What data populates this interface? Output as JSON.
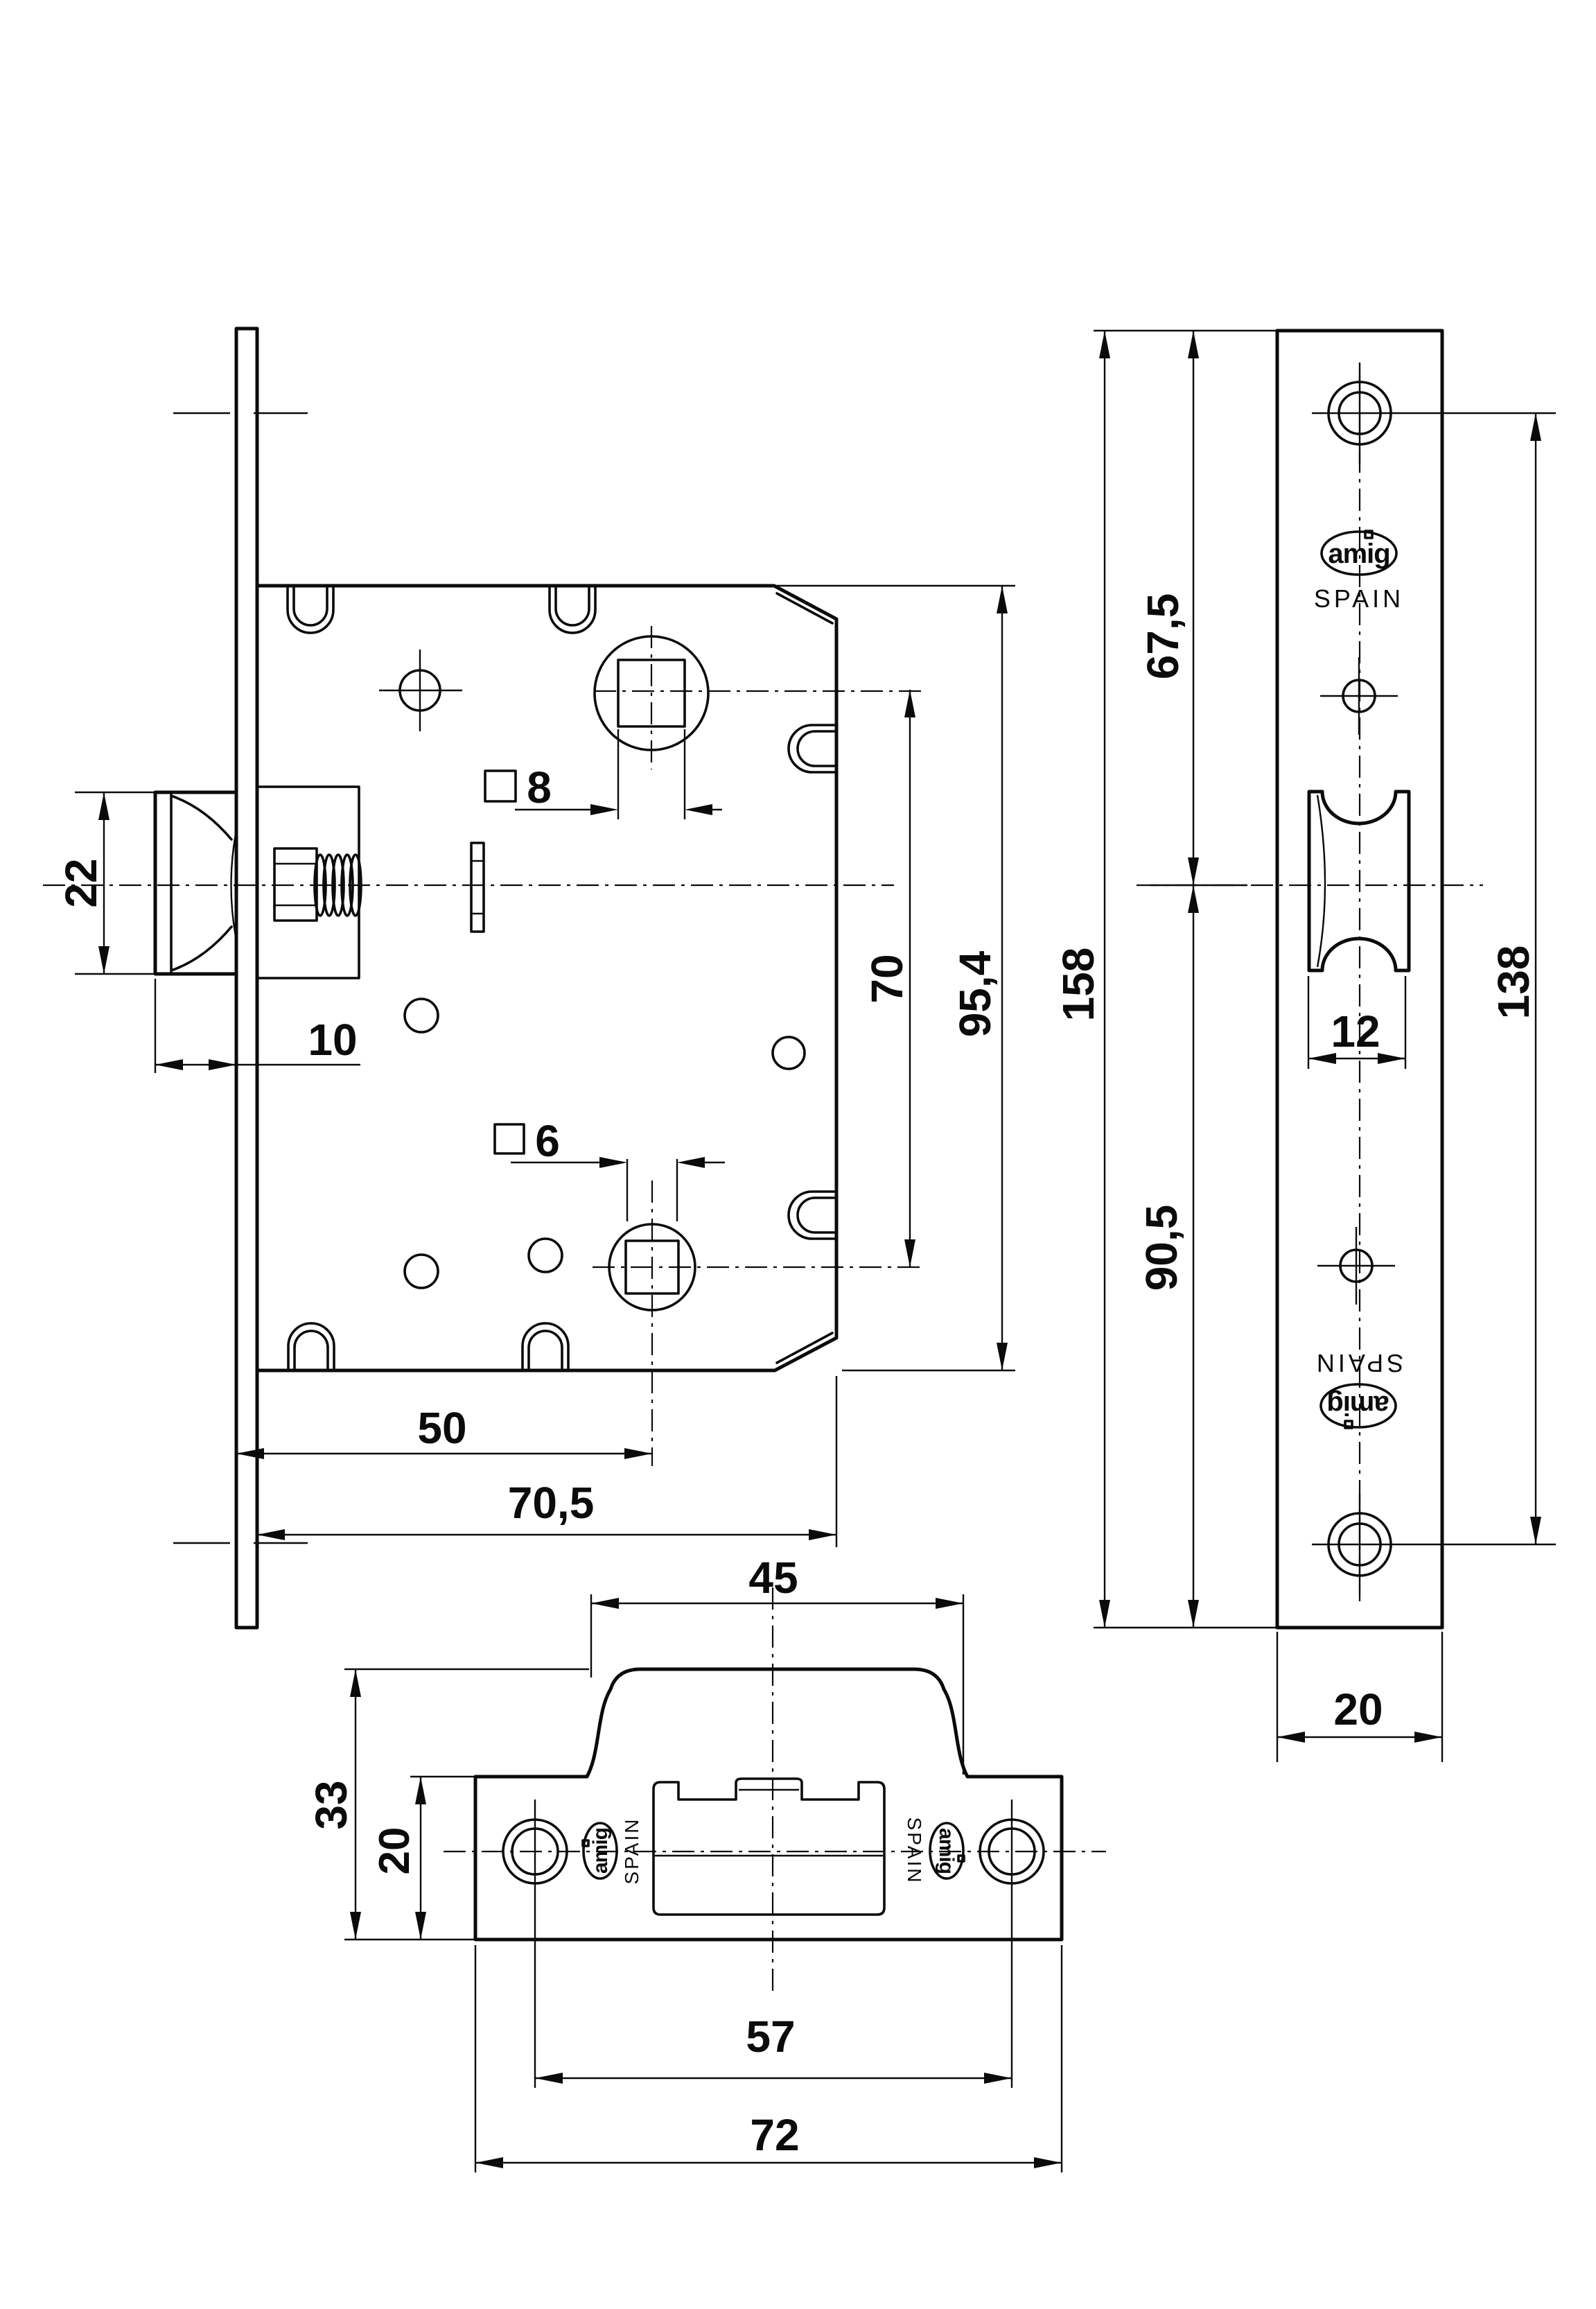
{
  "drawing": {
    "background": "#ffffff",
    "ink": "#0b0b0b",
    "brand": {
      "logo": "amig",
      "country": "SPAIN"
    },
    "views": {
      "lock_side": {
        "title": "lock case side view",
        "dims": {
          "latch_height": "22",
          "latch_protrusion": "10",
          "top_square": "8",
          "bottom_square": "6",
          "backset": "50",
          "case_depth": "70,5",
          "follower_spacing": "70",
          "case_height": "95,4",
          "faceplate_height": "158",
          "top_to_axis": "67,5",
          "axis_to_bottom": "90,5"
        }
      },
      "faceplate_front": {
        "title": "faceplate front view",
        "dims": {
          "latch_width": "12",
          "screw_spacing": "138",
          "plate_width": "20"
        }
      },
      "strike_plate": {
        "title": "strike plate front view",
        "dims": {
          "boss_width": "45",
          "overall_height": "33",
          "plate_height": "20",
          "screw_spacing": "57",
          "plate_length": "72"
        }
      }
    }
  }
}
